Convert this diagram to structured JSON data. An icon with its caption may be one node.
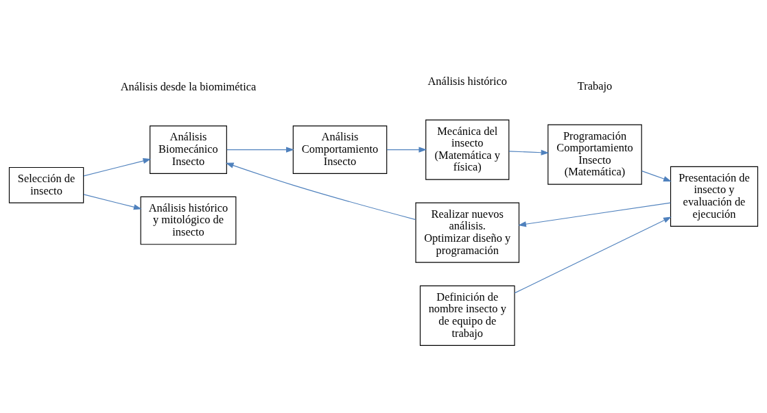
{
  "diagram": {
    "nodes": [
      {
        "text": [
          "Selección de insecto"
        ]
      },
      {
        "text": [
          "Análisis Biomecánico Insecto"
        ]
      },
      {
        "text": [
          "Análisis Comportamiento Insecto"
        ]
      },
      {
        "text": [
          "Mecánica del insecto (Matemática y física)"
        ]
      },
      {
        "text": [
          "Programación Comportamiento Insecto (Matemática)"
        ]
      },
      {
        "text": [
          "Presentación de insecto y evaluación de ejecución"
        ]
      },
      {
        "text": [
          "Realizar nuevos análisis. Optimizar diseño y programación"
        ]
      },
      {
        "text": [
          "Análisis histórico y mitológico de insecto"
        ]
      },
      {
        "text": [
          "Definición de nombre insecto y de equipo de trabajo"
        ]
      }
    ],
    "edges": [
      {
        "from": 0,
        "to": 1,
        "arrow": "to"
      },
      {
        "from": 1,
        "to": 2,
        "arrow": "to"
      },
      {
        "from": 2,
        "to": 3,
        "arrow": "to"
      },
      {
        "from": 3,
        "to": 4,
        "arrow": "to"
      },
      {
        "from": 4,
        "to": 5,
        "arrow": "to"
      },
      {
        "from": 5,
        "to": 6,
        "arrow": "to"
      },
      {
        "from": 6,
        "to": 1,
        "arrow": "to"
      },
      {
        "from": 0,
        "to": 7,
        "arrow": "to"
      },
      {
        "from": 8,
        "to": 5,
        "arrow": "to"
      }
    ],
    "labels": [
      "Análisis desde la biomimética",
      "Trabajo",
      "Análisis histórico"
    ]
  }
}
